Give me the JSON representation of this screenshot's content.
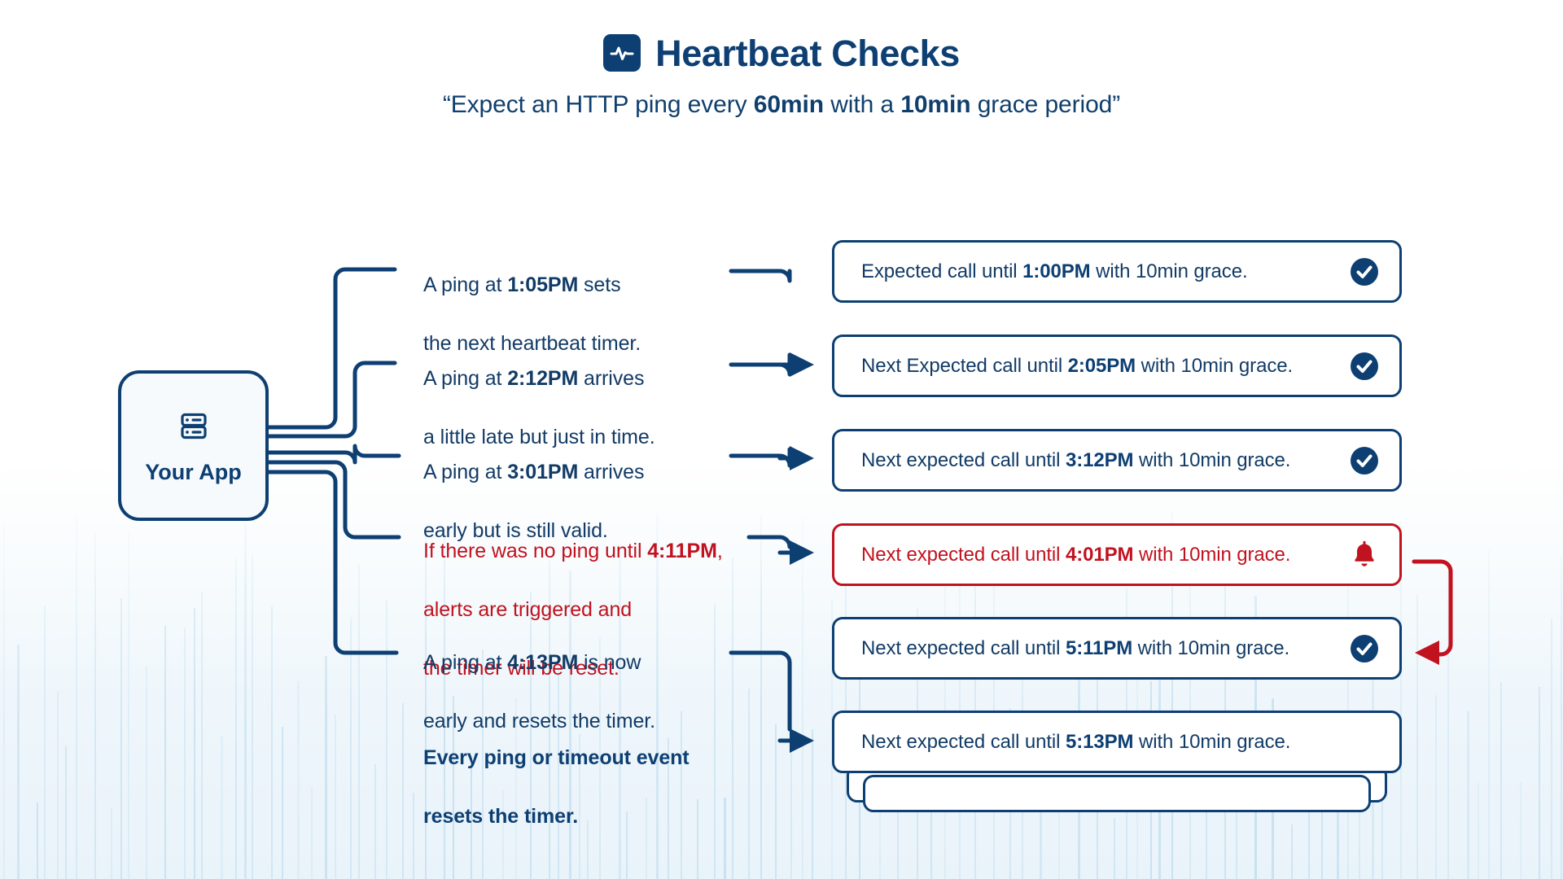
{
  "header": {
    "icon": "heartbeat-icon",
    "title": "Heartbeat Checks",
    "subtitle_prefix": "“Expect an HTTP ping every ",
    "subtitle_period": "60min",
    "subtitle_mid": " with a ",
    "subtitle_grace": "10min",
    "subtitle_suffix": " grace period”"
  },
  "source_node": {
    "icon": "server-icon",
    "label": "Your App"
  },
  "colors": {
    "brand_blue": "#0d3f73",
    "text_blue": "#123b66",
    "alert_red": "#c1121f",
    "card_fill": "#ffffff",
    "node_fill": "#f7fafc",
    "bar_texture": "#b9d9ec"
  },
  "events": [
    {
      "id": "event-1-05pm",
      "kind": "ping",
      "line1_prefix": "A ping at ",
      "time": "1:05PM",
      "line1_suffix": " sets",
      "line2": "the next heartbeat timer."
    },
    {
      "id": "event-2-12pm",
      "kind": "ping",
      "line1_prefix": "A ping at ",
      "time": "2:12PM",
      "line1_suffix": " arrives",
      "line2": "a little late but just in time."
    },
    {
      "id": "event-3-01pm",
      "kind": "ping",
      "line1_prefix": " A ping at ",
      "time": "3:01PM",
      "line1_suffix": " arrives",
      "line2": " early but is still valid."
    },
    {
      "id": "event-4-11pm-timeout",
      "kind": "alert",
      "line1_prefix": "If there was no ping until ",
      "time": "4:11PM",
      "line1_suffix": ",",
      "line2": "alerts are triggered and",
      "line3": "the timer will be reset."
    },
    {
      "id": "event-4-13pm",
      "kind": "ping",
      "line1_prefix": "A ping at ",
      "time": "4:13PM",
      "line1_suffix": " is now",
      "line2": "early and resets the timer."
    },
    {
      "id": "event-summary",
      "kind": "summary",
      "line1": "Every ping or timeout event",
      "line2": "resets the timer."
    }
  ],
  "status_cards": [
    {
      "id": "card-1-00pm",
      "state": "ok",
      "badge": "check-circle-icon",
      "prefix": "Expected call until ",
      "time": "1:00PM",
      "suffix": " with 10min grace."
    },
    {
      "id": "card-2-05pm",
      "state": "ok",
      "badge": "check-circle-icon",
      "prefix": "Next Expected call until ",
      "time": "2:05PM",
      "suffix": " with 10min grace."
    },
    {
      "id": "card-3-12pm",
      "state": "ok",
      "badge": "check-circle-icon",
      "prefix": "Next expected call until ",
      "time": "3:12PM",
      "suffix": " with 10min grace."
    },
    {
      "id": "card-4-01pm",
      "state": "alert",
      "badge": "bell-icon",
      "prefix": "Next expected call until ",
      "time": "4:01PM",
      "suffix": " with 10min grace."
    },
    {
      "id": "card-5-11pm",
      "state": "ok",
      "badge": "check-circle-icon",
      "prefix": "Next expected call until ",
      "time": "5:11PM",
      "suffix": " with 10min grace."
    },
    {
      "id": "card-5-13pm",
      "state": "plain",
      "badge": "none",
      "prefix": "Next expected call until ",
      "time": "5:13PM",
      "suffix": " with 10min grace."
    }
  ]
}
